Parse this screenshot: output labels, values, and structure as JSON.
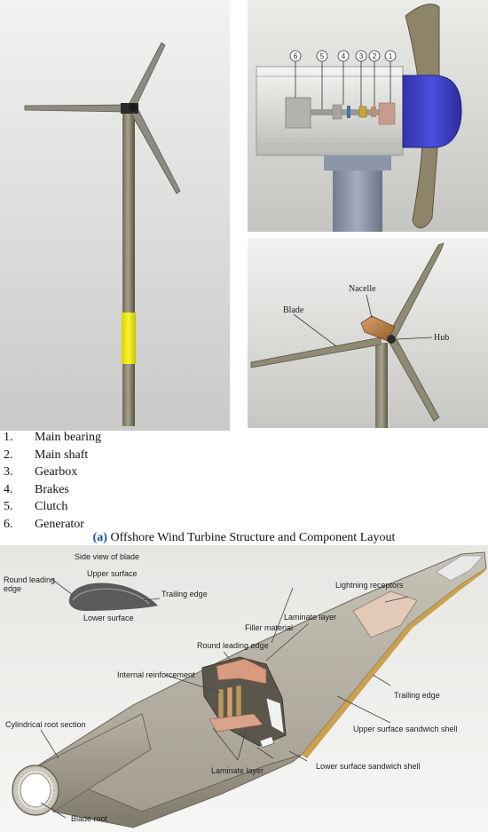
{
  "components": [
    {
      "number": "1.",
      "label": "Main bearing"
    },
    {
      "number": "2.",
      "label": "Main shaft"
    },
    {
      "number": "3.",
      "label": "Gearbox"
    },
    {
      "number": "4.",
      "label": "Brakes"
    },
    {
      "number": "5.",
      "label": "Clutch"
    },
    {
      "number": "6.",
      "label": "Generator"
    }
  ],
  "nacelle_markers": [
    "6",
    "5",
    "4",
    "3",
    "2",
    "1"
  ],
  "closeup_labels": {
    "nacelle": "Nacelle",
    "blade": "Blade",
    "hub": "Hub"
  },
  "caption": {
    "letter": "(a)",
    "text": " Offshore Wind Turbine Structure and Component Layout"
  },
  "blade_labels": {
    "side_view": "Side view of  blade",
    "upper_surface": "Upper surface",
    "lower_surface": "Lower surface",
    "trailing_edge_profile": "Trailing edge",
    "round_leading_edge_line1": "Round leading",
    "round_leading_edge_line2": "edge",
    "lightning_receptors": "Lightning receptors",
    "laminate_layer_top": "Laminate layer",
    "filler_material": "Filler material",
    "round_leading_edge": "Round leading edge",
    "internal_reinforcement": "Internal reinforcement",
    "trailing_edge": "Trailing edge",
    "upper_sandwich_shell": "Upper surface sandwich shell",
    "cylindrical_root_section": "Cylindrical root section",
    "lower_sandwich_shell": "Lower surface sandwich shell",
    "laminate_layer_bottom": "Laminate layer",
    "blade_root": "Blade root"
  },
  "colors": {
    "hub_blue": "#3b3fc8",
    "tower_band_yellow": "#f2ef12",
    "nacelle_copper": "#b5773a",
    "caption_blue": "#1a4fa0"
  }
}
